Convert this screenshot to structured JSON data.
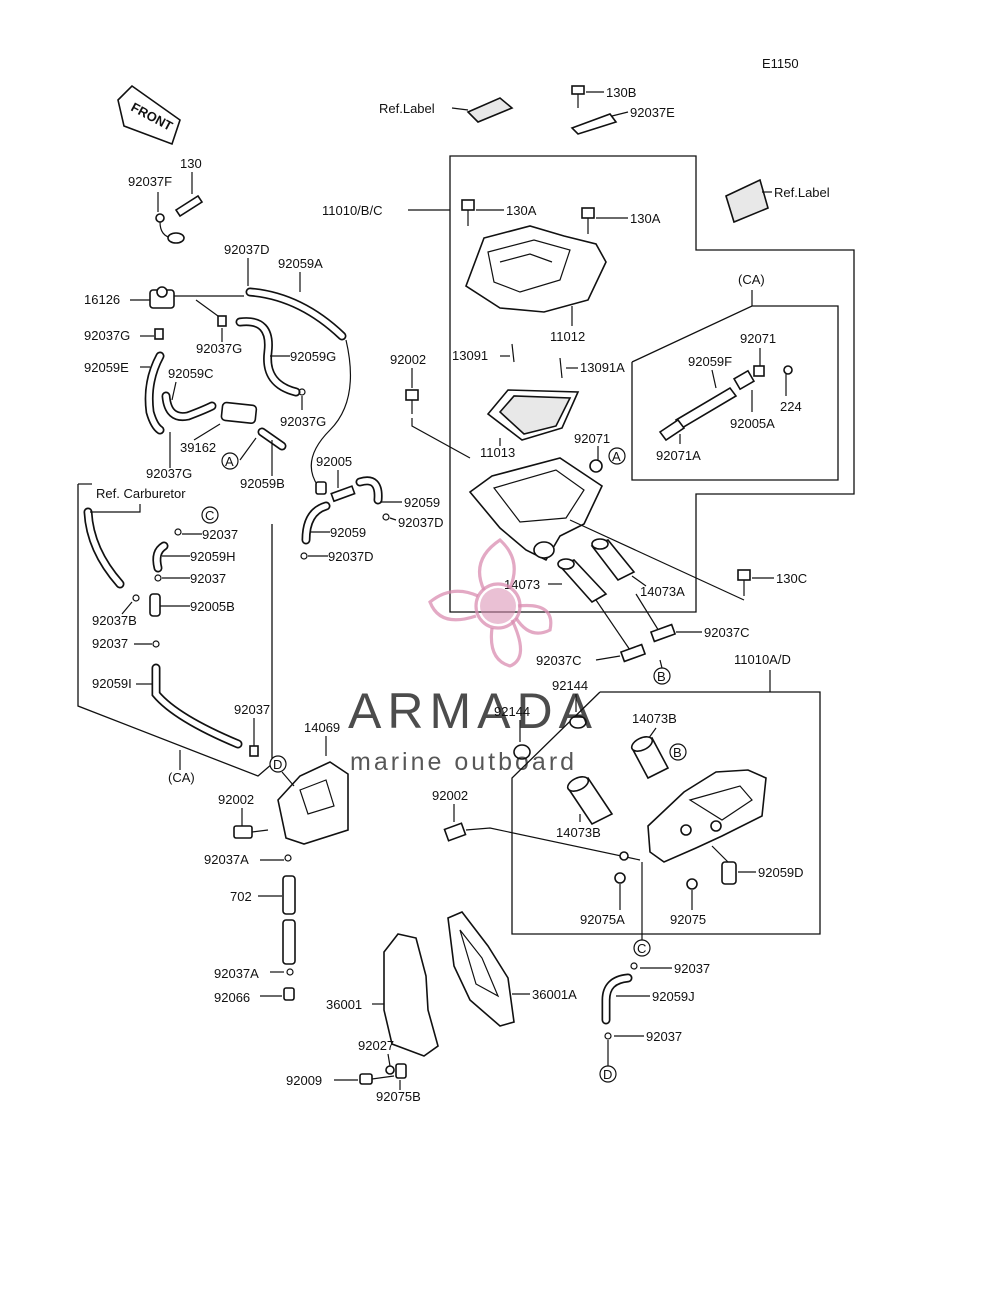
{
  "diagram_code": "E1150",
  "front_label": "FRONT",
  "part_labels": {
    "p130B": "130B",
    "p92037E": "92037E",
    "refLabel1": "Ref.Label",
    "refLabel2": "Ref.Label",
    "p130": "130",
    "p92037F": "92037F",
    "p92037D_1": "92037D",
    "p92059A": "92059A",
    "p16126": "16126",
    "p92037G_1": "92037G",
    "p92037G_2": "92037G",
    "p92059G": "92059G",
    "p92059E": "92059E",
    "p92059C": "92059C",
    "p92037G_3": "92037G",
    "p39162": "39162",
    "p92059B": "92059B",
    "p92037G_4": "92037G",
    "p11010BC": "11010/B/C",
    "p130A_1": "130A",
    "p130A_2": "130A",
    "p11012": "11012",
    "p92002_1": "92002",
    "p13091": "13091",
    "p13091A": "13091A",
    "p11013": "11013",
    "p92071_1": "92071",
    "p92005": "92005",
    "p92059_1": "92059",
    "p92037D_2": "92037D",
    "p92059_2": "92059",
    "p92037D_3": "92037D",
    "refCarb": "Ref. Carburetor",
    "p92037_1": "92037",
    "p92059H": "92059H",
    "p92037_2": "92037",
    "p92037B": "92037B",
    "p92005B": "92005B",
    "p92037_3": "92037",
    "p92059I": "92059I",
    "p92037_4": "92037",
    "caLower": "(CA)",
    "caUpper": "(CA)",
    "p92071_2": "92071",
    "p92059F": "92059F",
    "p224": "224",
    "p92005A": "92005A",
    "p92071A": "92071A",
    "p14073": "14073",
    "p14073A": "14073A",
    "p130C": "130C",
    "p92037C_1": "92037C",
    "p92037C_2": "92037C",
    "p11010AD": "11010A/D",
    "p92144_1": "92144",
    "p92144_2": "92144",
    "p14073B_1": "14073B",
    "p14073B_2": "14073B",
    "p14069": "14069",
    "p92002_2": "92002",
    "p92002_3": "92002",
    "p92037A_1": "92037A",
    "p702": "702",
    "p92037A_2": "92037A",
    "p92066": "92066",
    "p92059D": "92059D",
    "p92075A": "92075A",
    "p92075": "92075",
    "p36001": "36001",
    "p36001A": "36001A",
    "p92027": "92027",
    "p92009": "92009",
    "p92075B": "92075B",
    "p92037_5": "92037",
    "p92059J": "92059J",
    "p92037_6": "92037"
  },
  "callouts": {
    "A1": "A",
    "A2": "A",
    "B1": "B",
    "B2": "B",
    "C1": "C",
    "C2": "C",
    "D1": "D",
    "D2": "D"
  },
  "watermark": {
    "brand": "ARMADA",
    "tagline": "marine outboard",
    "color": "#d98cb0"
  }
}
